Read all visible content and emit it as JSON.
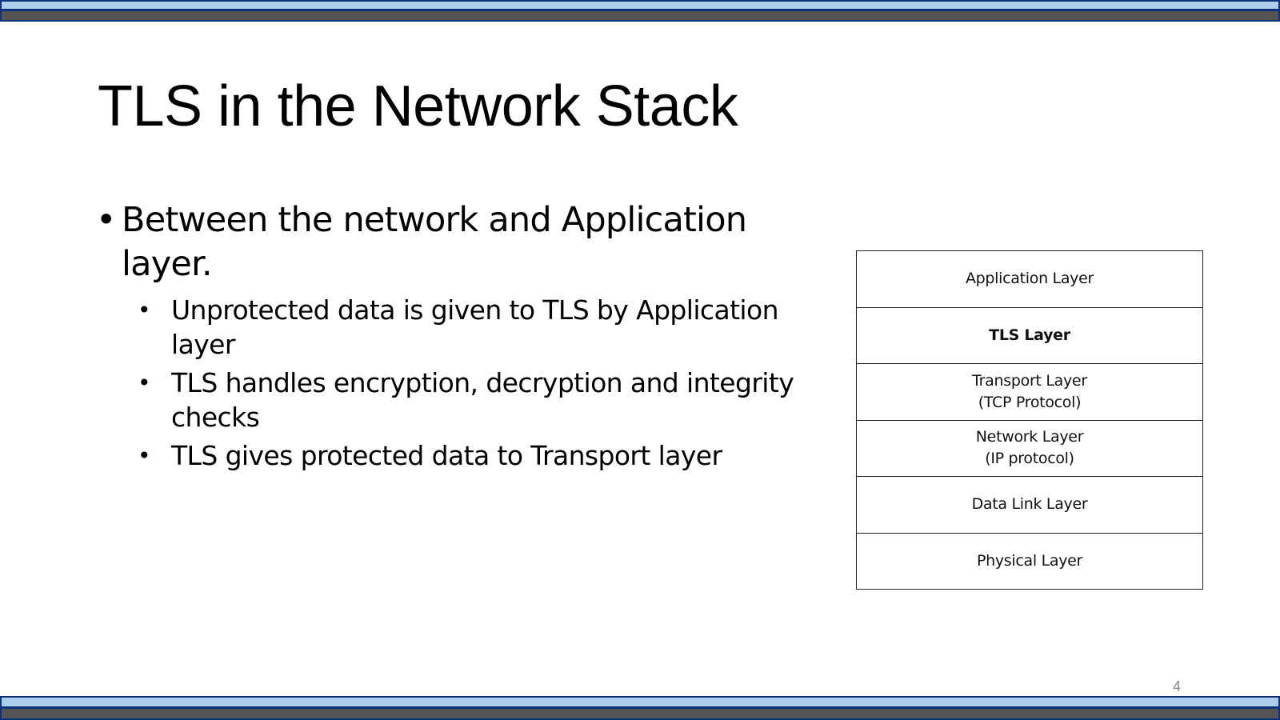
{
  "slide": {
    "title": "TLS in the Network Stack",
    "page_number": "4",
    "bullets": [
      {
        "text": "Between the network and Application layer.",
        "line1": "Between the network and Application",
        "line2": "layer.",
        "sub": [
          {
            "line1": "Unprotected data is given to TLS by Application",
            "line2": "layer"
          },
          {
            "line1": "TLS handles encryption, decryption and integrity",
            "line2": "checks"
          },
          {
            "line1": "TLS gives protected data to Transport layer",
            "line2": ""
          }
        ]
      }
    ],
    "bullet_glyph": "•"
  },
  "diagram": {
    "layers": [
      {
        "line1": "Application Layer",
        "line2": "",
        "bold": false
      },
      {
        "line1": "TLS Layer",
        "line2": "",
        "bold": true
      },
      {
        "line1": "Transport Layer",
        "line2": "(TCP Protocol)",
        "bold": false
      },
      {
        "line1": "Network Layer",
        "line2": "(IP protocol)",
        "bold": false
      },
      {
        "line1": "Data Link Layer",
        "line2": "",
        "bold": false
      },
      {
        "line1": "Physical Layer",
        "line2": "",
        "bold": false
      }
    ]
  },
  "colors": {
    "band_light": "#aecfeb",
    "band_dark": "#545454",
    "band_border": "#0e3278"
  }
}
